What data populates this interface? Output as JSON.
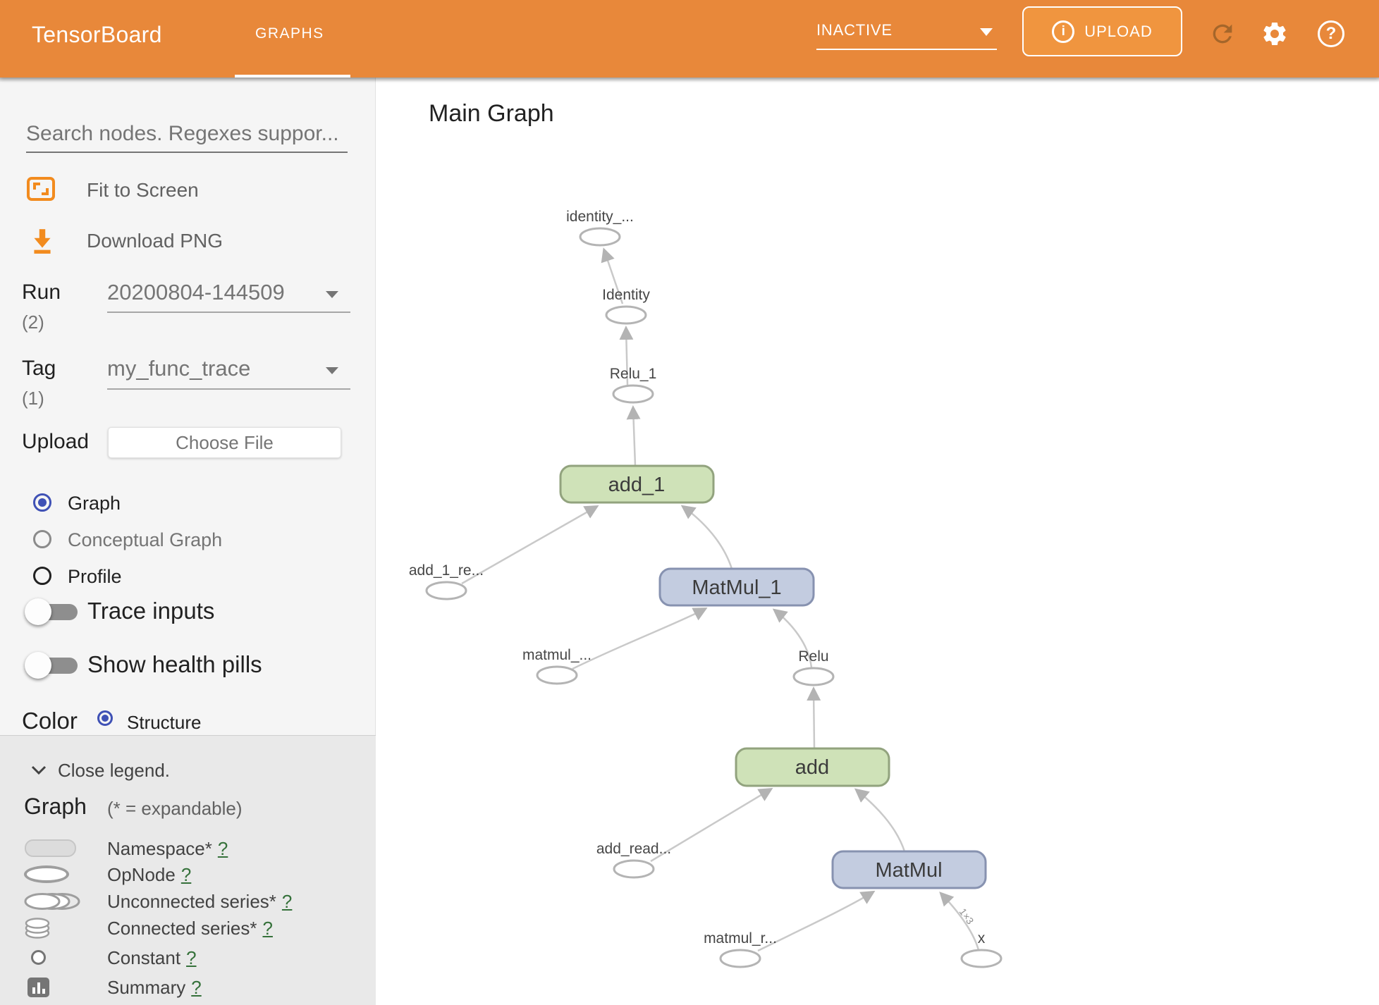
{
  "header": {
    "app_title": "TensorBoard",
    "tab_label": "GRAPHS",
    "status_value": "INACTIVE",
    "upload_label": "UPLOAD",
    "info_glyph": "i",
    "help_glyph": "?"
  },
  "sidebar": {
    "search_placeholder": "Search nodes. Regexes suppor...",
    "fit_to_screen_label": "Fit to Screen",
    "download_png_label": "Download PNG",
    "run": {
      "label": "Run",
      "count": "(2)",
      "value": "20200804-144509"
    },
    "tag": {
      "label": "Tag",
      "count": "(1)",
      "value": "my_func_trace"
    },
    "upload": {
      "label": "Upload",
      "button_label": "Choose File"
    },
    "view_options": [
      {
        "label": "Graph",
        "selected": true
      },
      {
        "label": "Conceptual Graph",
        "selected": false
      },
      {
        "label": "Profile",
        "selected": false
      }
    ],
    "trace_inputs_label": "Trace inputs",
    "show_health_pills_label": "Show health pills",
    "color_label": "Color",
    "color_option": "Structure"
  },
  "legend": {
    "close_label": "Close legend.",
    "title": "Graph",
    "subtitle": "(* = expandable)",
    "items": [
      {
        "icon": "namespace-icon",
        "label": "Namespace*",
        "help": "?"
      },
      {
        "icon": "opnode-icon",
        "label": "OpNode",
        "help": "?"
      },
      {
        "icon": "unconnected-series-icon",
        "label": "Unconnected series*",
        "help": "?"
      },
      {
        "icon": "connected-series-icon",
        "label": "Connected series*",
        "help": "?"
      },
      {
        "icon": "constant-icon",
        "label": "Constant",
        "help": "?"
      },
      {
        "icon": "summary-icon",
        "label": "Summary",
        "help": "?"
      }
    ]
  },
  "main": {
    "title": "Main Graph"
  },
  "graph": {
    "op_nodes": [
      {
        "label": "add_1"
      },
      {
        "label": "MatMul_1"
      },
      {
        "label": "add"
      },
      {
        "label": "MatMul"
      }
    ],
    "io_nodes": [
      {
        "label": "identity_..."
      },
      {
        "label": "Identity"
      },
      {
        "label": "Relu_1"
      },
      {
        "label": "add_1_re..."
      },
      {
        "label": "matmul_..."
      },
      {
        "label": "Relu"
      },
      {
        "label": "add_read..."
      },
      {
        "label": "matmul_r..."
      },
      {
        "label": "x"
      }
    ],
    "edge_label": "1×3"
  },
  "colors": {
    "header_bg": "#e8883a",
    "upload_btn_bg": "#f0953f",
    "accent_orange": "#F28B1E",
    "radio_blue": "#3f51b5",
    "op_green_fill": "#cfe2b8",
    "op_green_border": "#92a37e",
    "op_blue_fill": "#c3cce0",
    "op_blue_border": "#8792b0",
    "help_link_green": "#35713a",
    "edge_gray": "#c9c9c9"
  }
}
